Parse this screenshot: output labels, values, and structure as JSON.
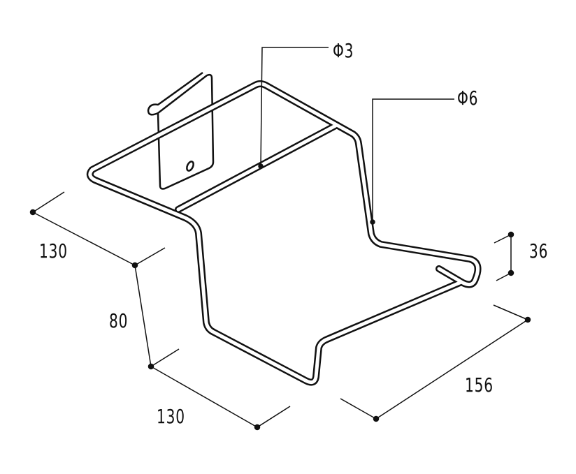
{
  "labels": {
    "rod_diameter": "Φ3",
    "frame_diameter": "Φ6",
    "depth_top": "130",
    "height": "80",
    "depth_bottom": "130",
    "width": "156",
    "rise": "36"
  },
  "colors": {
    "line": "#111111",
    "background": "#ffffff"
  }
}
